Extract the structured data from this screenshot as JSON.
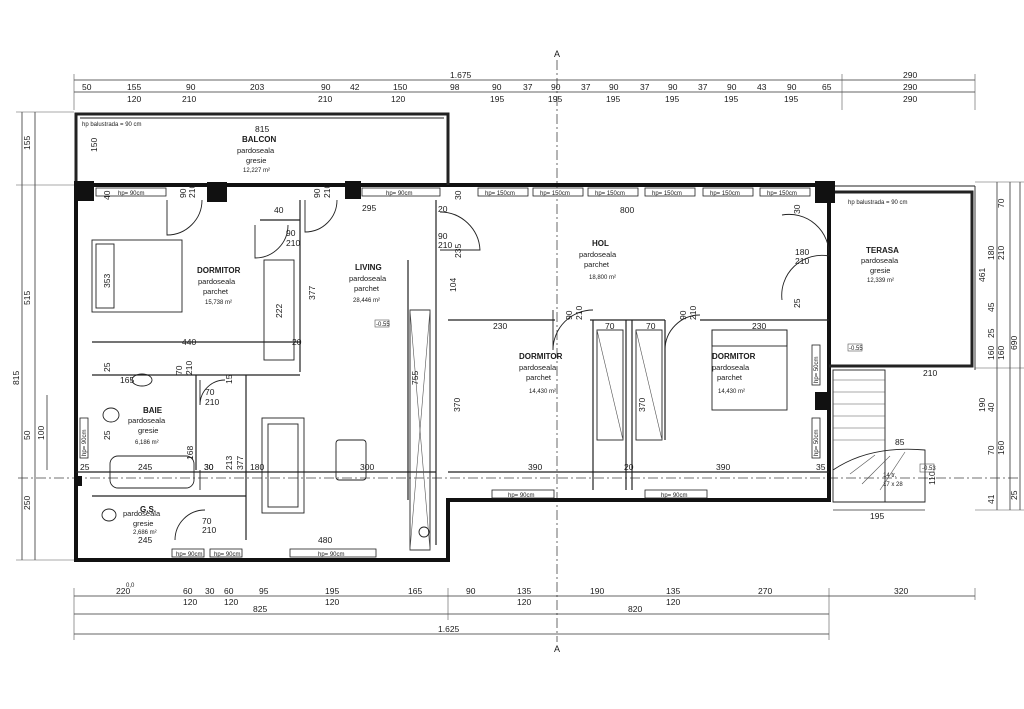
{
  "plan": {
    "axis_label": "A",
    "top_dims": {
      "total": "1.675",
      "right_total": "290",
      "row1": [
        "50",
        "155",
        "90",
        "203",
        "90",
        "42",
        "150",
        "98",
        "90",
        "37",
        "90",
        "37",
        "90",
        "37",
        "90",
        "37",
        "90",
        "43",
        "90",
        "65",
        "290"
      ],
      "row2": [
        "120",
        "210",
        "210",
        "120",
        "195",
        "195",
        "195",
        "195",
        "195",
        "195",
        "290"
      ]
    },
    "bottom_dims": {
      "row1": [
        "220",
        "60",
        "30",
        "60",
        "95",
        "195",
        "165",
        "90",
        "135",
        "190",
        "135",
        "270",
        "320"
      ],
      "row2": [
        "120",
        "120",
        "120",
        "120",
        "120"
      ],
      "sub_small": "0,0",
      "left_total": "825",
      "right_total": "820",
      "overall": "1.625"
    },
    "left_dims": [
      "155",
      "515",
      "815",
      "50",
      "100",
      "250"
    ],
    "right_dims": [
      "70",
      "180",
      "210",
      "461",
      "45",
      "25",
      "160",
      "160",
      "690",
      "190",
      "40",
      "70",
      "160",
      "41",
      "25"
    ],
    "rooms": {
      "balcon": {
        "name": "BALCON",
        "l1": "pardoseala",
        "l2": "gresie",
        "area": "12,227 m²",
        "note": "hp balustrada = 90 cm",
        "w": "815",
        "h": "150"
      },
      "dormitor1": {
        "name": "DORMITOR",
        "l1": "pardoseala",
        "l2": "parchet",
        "area": "15,738 m²"
      },
      "living": {
        "name": "LIVING",
        "l1": "pardoseala",
        "l2": "parchet",
        "area": "28,446 m²"
      },
      "hol": {
        "name": "HOL",
        "l1": "pardoseala",
        "l2": "parchet",
        "area": "18,800 m²"
      },
      "terasa": {
        "name": "TERASA",
        "l1": "pardoseala",
        "l2": "gresie",
        "area": "12,339 m²",
        "note": "hp balustrada = 90 cm"
      },
      "dormitor2": {
        "name": "DORMITOR",
        "l1": "pardoseala",
        "l2": "parchet",
        "area": "14,430 m²"
      },
      "dormitor3": {
        "name": "DORMITOR",
        "l1": "pardoseala",
        "l2": "parchet",
        "area": "14,430 m²"
      },
      "baie": {
        "name": "BAIE",
        "l1": "pardoseala",
        "l2": "gresie",
        "area": "6,186 m²"
      },
      "gs": {
        "name": "G.S.",
        "l1": "pardoseala",
        "l2": "gresie",
        "area": "2,686 m²"
      }
    },
    "inner_dims": [
      "40",
      "90",
      "210",
      "90",
      "210",
      "295",
      "800",
      "20",
      "30",
      "90",
      "210",
      "235",
      "104",
      "353",
      "377",
      "222",
      "20",
      "440",
      "25",
      "70",
      "210",
      "165",
      "15",
      "70",
      "210",
      "25",
      "168",
      "213",
      "377",
      "245",
      "30",
      "180",
      "25",
      "245",
      "70",
      "210",
      "480",
      "30",
      "300",
      "390",
      "20",
      "390",
      "35",
      "755",
      "370",
      "230",
      "70",
      "70",
      "90",
      "210",
      "90",
      "210",
      "370",
      "230",
      "25",
      "180",
      "210",
      "30",
      "85",
      "195",
      "110"
    ],
    "stair": {
      "label": "14 tr.",
      "size": "17 x 28"
    },
    "win_tag": "hp= 90cm",
    "win_tag2": "hp= 150cm",
    "win_tag3": "hp= 50cm",
    "level_tag": "-0.55",
    "level_tag2": "-0.53"
  }
}
